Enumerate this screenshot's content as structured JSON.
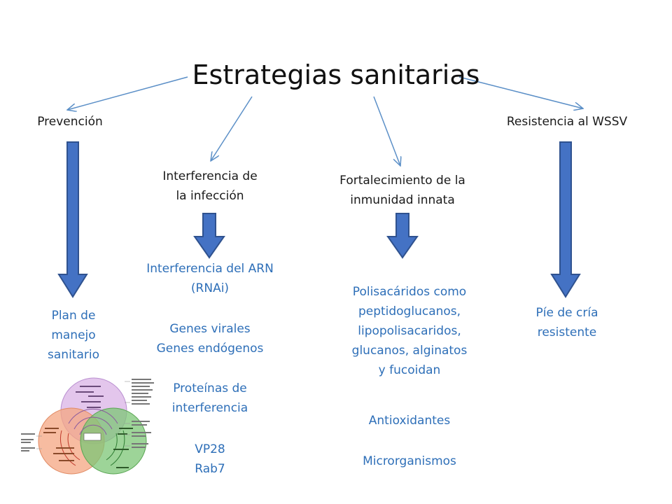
{
  "title": "Estrategias sanitarias",
  "branches": {
    "prevention": {
      "label": "Prevención",
      "result_lines": [
        "Plan de",
        "manejo",
        "sanitario"
      ]
    },
    "interference": {
      "label_lines": [
        "Interferencia de",
        "la infección"
      ],
      "rnai_lines": [
        "Interferencia del ARN",
        "(RNAi)"
      ],
      "genes_lines": [
        "Genes virales",
        "Genes endógenos"
      ],
      "proteins_lines": [
        "Proteínas de",
        "interferencia"
      ],
      "examples_lines": [
        "VP28",
        "Rab7"
      ]
    },
    "immunity": {
      "label_lines": [
        "Fortalecimiento de la",
        "inmunidad innata"
      ],
      "polysaccharide_lines": [
        "Polisacáridos como",
        "peptidoglucanos,",
        "lipopolisacaridos,",
        "glucanos,  alginatos",
        "y fucoidan"
      ],
      "antioxidants": "Antioxidantes",
      "microorganisms": "Microrganismos"
    },
    "resistance": {
      "label": "Resistencia al WSSV",
      "result_lines": [
        "Píe de cría",
        "resistente"
      ]
    }
  },
  "colors": {
    "title_text": "#111111",
    "heading_text": "#1a1a1a",
    "blue_text": "#2e6fb8",
    "thin_arrow": "#5b8fc7",
    "block_arrow_fill": "#4472c4",
    "block_arrow_stroke": "#2f528f",
    "venn_purple": "#d9b3e6",
    "venn_orange": "#f4a582",
    "venn_green": "#7cc576"
  }
}
